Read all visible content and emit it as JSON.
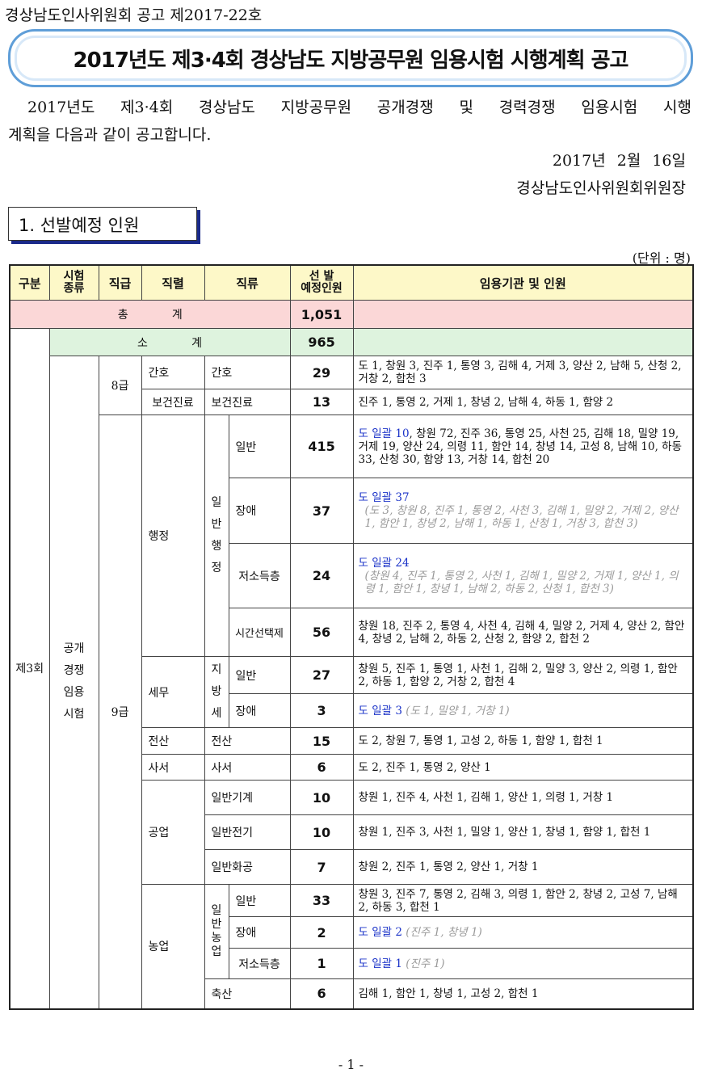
{
  "header": {
    "notice_no": "경상남도인사위원회 공고 제2017-22호",
    "title": "2017년도 제3·4회 경상남도 지방공무원 임용시험 시행계획 공고",
    "intro_1": "2017년도 제3·4회 경상남도 지방공무원 공개경쟁 및 경력경쟁 임용시험 시행",
    "intro_2": "계획을 다음과 같이 공고합니다.",
    "date": "2017년 2월 16일",
    "issuer": "경상남도인사위원회위원장"
  },
  "section": {
    "title": "1. 선발예정 인원",
    "unit": "(단위 : 명)"
  },
  "table": {
    "headers": {
      "division": "구분",
      "exam_type_1": "시험",
      "exam_type_2": "종류",
      "grade": "직급",
      "series": "직렬",
      "job": "직류",
      "planned_1": "선 발",
      "planned_2": "예정인원",
      "agencies": "임용기관 및 인원"
    },
    "total": {
      "label_1": "총",
      "label_2": "계",
      "value": "1,051"
    },
    "subtotal": {
      "label_1": "소",
      "label_2": "계",
      "value": "965"
    },
    "round": "제3회",
    "exam_type": [
      "공개",
      "경쟁",
      "임용",
      "시험"
    ],
    "grades": {
      "g8": "8급",
      "g9": "9급"
    },
    "series": {
      "nursing": "간호",
      "health": "보건진료",
      "admin": "행정",
      "tax": "세무",
      "compute": "전산",
      "librarian": "사서",
      "engineering": "공업",
      "agriculture": "농업"
    },
    "subseries": {
      "general_admin": [
        "일",
        "반",
        "행",
        "정"
      ],
      "local_tax": [
        "지",
        "방",
        "세"
      ],
      "general_agri": [
        "일",
        "반",
        "농",
        "업"
      ]
    },
    "jobs": {
      "nursing": "간호",
      "health": "보건진료",
      "general": "일반",
      "disabled": "장애",
      "low_income": "저소득층",
      "part_time": "시간선택제",
      "compute": "전산",
      "librarian": "사서",
      "machine": "일반기계",
      "electric": "일반전기",
      "chemical": "일반화공",
      "livestock": "축산"
    },
    "rows": {
      "nursing": {
        "value": "29",
        "text": "도 1, 창원 3, 진주 1, 통영 3, 김해 4, 거제 3, 양산 2, 남해 5, 산청 2, 거창 2, 합천 3"
      },
      "health": {
        "value": "13",
        "text": "진주 1, 통영 2, 거제 1, 창녕 2, 남해 4, 하동 1, 함양 2"
      },
      "admin_general": {
        "value": "415",
        "blue": "도 일괄 10",
        "text": ", 창원 72, 진주 36, 통영 25, 사천 25, 김해 18, 밀양 19, 거제 19, 양산 24, 의령 11, 함안 14, 창녕 14, 고성 8, 남해 10, 하동 33, 산청 30, 함양 13, 거창 14, 합천 20"
      },
      "admin_disabled": {
        "value": "37",
        "blue": "도 일괄 37",
        "grey": "(도 3, 창원 8, 진주 1, 통영 2, 사천 3, 김해 1, 밀양 2, 거제 2, 양산 1, 함안 1, 창녕 2, 남해 1, 하동 1, 산청 1, 거창 3, 합천 3)"
      },
      "admin_low": {
        "value": "24",
        "blue": "도 일괄 24",
        "grey": "(창원 4, 진주 1, 통영 2, 사천 1, 김해 1, 밀양 2, 거제 1, 양산 1, 의령 1, 함안 1, 창녕 1, 남해 2, 하동 2, 산청 1, 합천 3)"
      },
      "admin_part": {
        "value": "56",
        "text": "창원 18, 진주 2, 통영 4, 사천 4, 김해 4, 밀양 2, 거제 4, 양산 2, 함안 4, 창녕 2, 남해 2, 하동 2, 산청 2, 함양 2, 합천 2"
      },
      "tax_general": {
        "value": "27",
        "text": "창원 5, 진주 1, 통영 1, 사천 1, 김해 2, 밀양 3, 양산 2, 의령 1, 함안 2, 하동 1, 함양 2, 거창 2, 합천 4"
      },
      "tax_disabled": {
        "value": "3",
        "blue": "도 일괄 3",
        "grey": "(도 1, 밀양 1, 거창 1)"
      },
      "compute": {
        "value": "15",
        "text": "도 2, 창원 7, 통영 1, 고성 2, 하동 1, 함양 1, 합천 1"
      },
      "librarian": {
        "value": "6",
        "text": "도 2, 진주 1, 통영 2, 양산 1"
      },
      "machine": {
        "value": "10",
        "text": "창원 1, 진주 4, 사천 1, 김해 1, 양산 1, 의령 1, 거창 1"
      },
      "electric": {
        "value": "10",
        "text": "창원 1, 진주 3, 사천 1, 밀양 1, 양산 1, 창녕 1, 함양 1, 합천 1"
      },
      "chemical": {
        "value": "7",
        "text": "창원 2, 진주 1, 통영 2, 양산 1, 거창 1"
      },
      "agri_general": {
        "value": "33",
        "text": "창원 3, 진주 7, 통영 2, 김해 3, 의령 1, 함안 2, 창녕 2, 고성 7, 남해 2, 하동 3, 합천 1"
      },
      "agri_disabled": {
        "value": "2",
        "blue": "도 일괄 2",
        "grey": "(진주 1, 창녕 1)"
      },
      "agri_low": {
        "value": "1",
        "blue": "도 일괄 1",
        "grey": "(진주 1)"
      },
      "livestock": {
        "value": "6",
        "text": "김해 1, 함안 1, 창녕 1, 고성 2, 합천 1"
      }
    }
  },
  "footer": {
    "page": "- 1 -"
  },
  "colors": {
    "title_border": "#5f9ed8",
    "header_bg": "#fdf8c8",
    "total_bg": "#fbd7d7",
    "subtotal_bg": "#def3de",
    "blue_text": "#1a32c8",
    "grey_text": "#9a9a9a"
  }
}
